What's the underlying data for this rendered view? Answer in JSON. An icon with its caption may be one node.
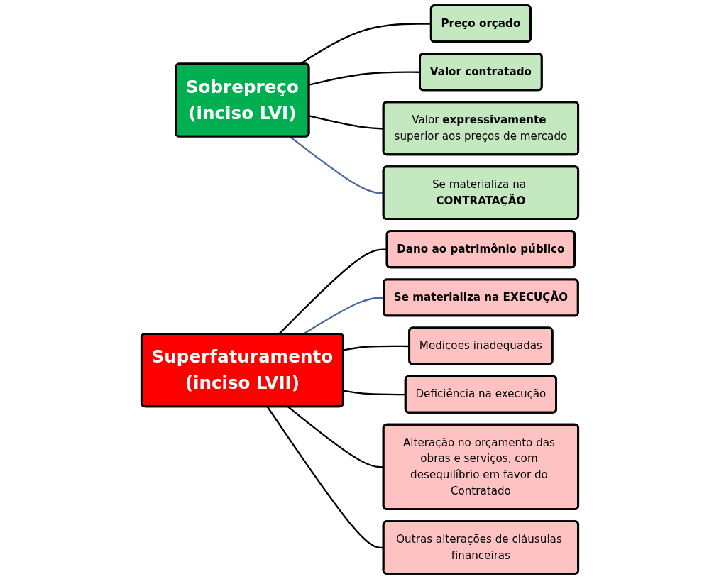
{
  "diagram": {
    "nodes": [
      {
        "text": [
          "Sobrepreço",
          "(inciso LVI)"
        ]
      },
      {
        "text": [
          "Preço orçado"
        ]
      },
      {
        "text": [
          "Valor contratado"
        ]
      },
      {
        "text": [
          "Valor **expressivamente** superior aos preços de mercado"
        ]
      },
      {
        "text": [
          "Se materializa na **CONTRATAÇÃO**"
        ]
      },
      {
        "text": [
          "Superfaturamento",
          "(inciso LVII)"
        ]
      },
      {
        "text": [
          "Dano ao patrimônio público"
        ]
      },
      {
        "text": [
          "Se materializa na EXECUÇÃO"
        ]
      },
      {
        "text": [
          "Medições inadequadas"
        ]
      },
      {
        "text": [
          "Deficiência na execução"
        ]
      },
      {
        "text": [
          "Alteração no orçamento das obras e serviços, com desequilíbrio em favor do Contratado"
        ]
      },
      {
        "text": [
          "Outras alterações de cláusulas financeiras"
        ]
      }
    ],
    "edges": [
      {
        "from": 0,
        "to": 1,
        "arrow": "none"
      },
      {
        "from": 0,
        "to": 2,
        "arrow": "none"
      },
      {
        "from": 0,
        "to": 3,
        "arrow": "none"
      },
      {
        "from": 0,
        "to": 4,
        "arrow": "none",
        "color": "#4a6a9e"
      },
      {
        "from": 5,
        "to": 6,
        "arrow": "none"
      },
      {
        "from": 5,
        "to": 7,
        "arrow": "none",
        "color": "#4a6a9e"
      },
      {
        "from": 5,
        "to": 8,
        "arrow": "none"
      },
      {
        "from": 5,
        "to": 9,
        "arrow": "none"
      },
      {
        "from": 5,
        "to": 10,
        "arrow": "none"
      },
      {
        "from": 5,
        "to": 11,
        "arrow": "none"
      }
    ]
  }
}
